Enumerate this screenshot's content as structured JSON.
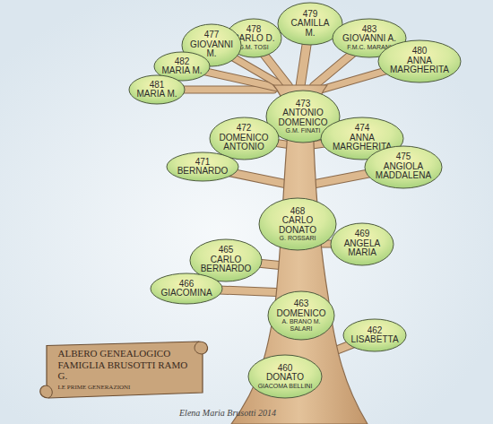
{
  "diagram": {
    "nodes": [
      {
        "text": [
          "479",
          "CAMILLA M."
        ]
      },
      {
        "text": [
          "478",
          "CARLO D.",
          "G.M. TOSI"
        ]
      },
      {
        "text": [
          "483",
          "GIOVANNI A.",
          "F.M.C. MARANI"
        ]
      },
      {
        "text": [
          "477",
          "GIOVANNI M."
        ]
      },
      {
        "text": [
          "480",
          "ANNA MARGHERITA"
        ]
      },
      {
        "text": [
          "482",
          "MARIA M."
        ]
      },
      {
        "text": [
          "481",
          "MARIA M."
        ]
      },
      {
        "text": [
          "473",
          "ANTONIO DOMENICO",
          "G.M. FINATI"
        ]
      },
      {
        "text": [
          "472",
          "DOMENICO ANTONIO"
        ]
      },
      {
        "text": [
          "474",
          "ANNA MARGHERITA"
        ]
      },
      {
        "text": [
          "471",
          "BERNARDO"
        ]
      },
      {
        "text": [
          "475",
          "ANGIOLA MADDALENA"
        ]
      },
      {
        "text": [
          "468",
          "CARLO DONATO",
          "G. ROSSARI"
        ]
      },
      {
        "text": [
          "469",
          "ANGELA MARIA"
        ]
      },
      {
        "text": [
          "465",
          "CARLO BERNARDO"
        ]
      },
      {
        "text": [
          "466",
          "GIACOMINA"
        ]
      },
      {
        "text": [
          "463",
          "DOMENICO",
          "A. BRANO M. SALARI"
        ]
      },
      {
        "text": [
          "462",
          "LISABETTA"
        ]
      },
      {
        "text": [
          "ALBERO GENEALOGICO FAMIGLIA BRUSOTTI RAMO G.",
          "LE PRIME GENERAZIONI"
        ]
      },
      {
        "text": [
          "460",
          "DONATO",
          "GIACOMA BELLINI"
        ]
      }
    ],
    "labels": [
      "Elena Maria Brusotti 2014"
    ]
  }
}
